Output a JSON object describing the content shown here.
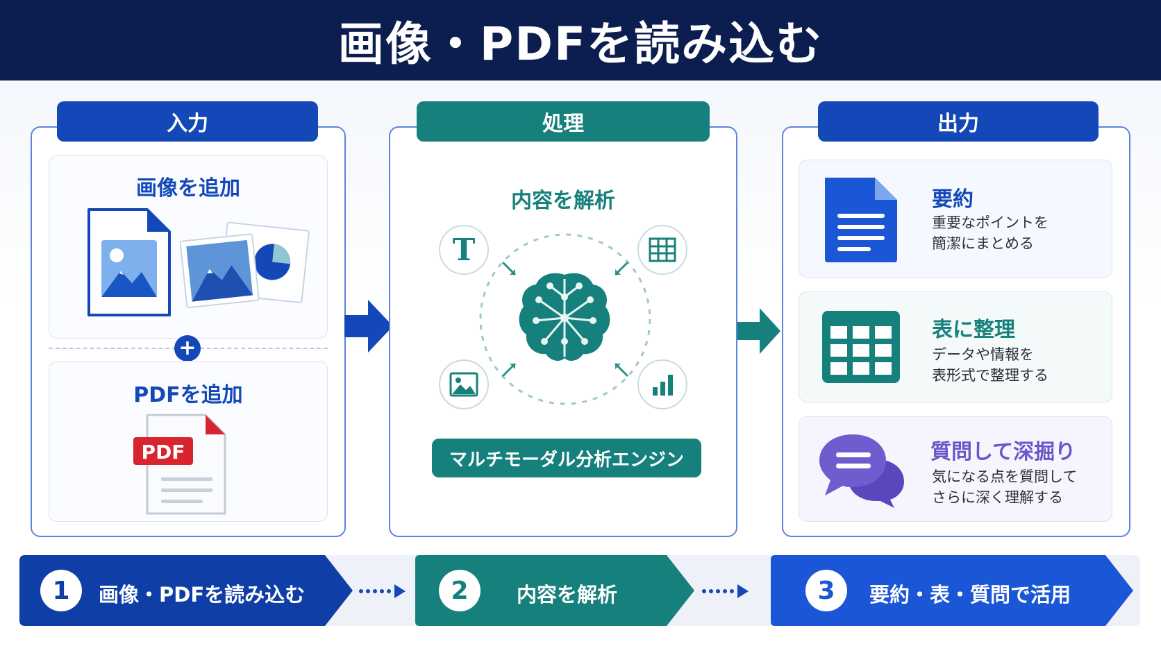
{
  "header": {
    "title": "画像・PDFを読み込む"
  },
  "input": {
    "tab": "入力",
    "image_card_title": "画像を追加",
    "pdf_card_title": "PDFを追加",
    "pdf_badge": "PDF"
  },
  "process": {
    "tab": "処理",
    "title": "内容を解析",
    "text_icon_glyph": "T",
    "engine_label": "マルチモーダル分析エンジン"
  },
  "output": {
    "tab": "出力",
    "items": [
      {
        "title": "要約",
        "desc1": "重要なポイントを",
        "desc2": "簡潔にまとめる"
      },
      {
        "title": "表に整理",
        "desc1": "データや情報を",
        "desc2": "表形式で整理する"
      },
      {
        "title": "質問して深掘り",
        "desc1": "気になる点を質問して",
        "desc2": "さらに深く理解する"
      }
    ]
  },
  "steps": [
    {
      "num": "1",
      "label": "画像・PDFを読み込む"
    },
    {
      "num": "2",
      "label": "内容を解析"
    },
    {
      "num": "3",
      "label": "要約・表・質問で活用"
    }
  ],
  "colors": {
    "navy": "#0c1d4f",
    "blue": "#1448b8",
    "teal": "#16807c",
    "purple": "#6b55c9",
    "pdf_red": "#d9232e"
  }
}
